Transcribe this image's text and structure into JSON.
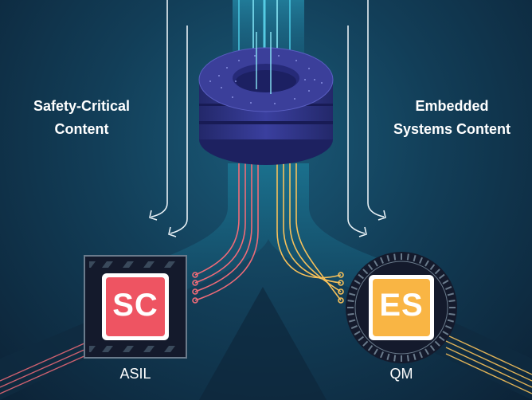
{
  "left_panel": {
    "label_line1": "Safety-Critical",
    "label_line2": "Content"
  },
  "right_panel": {
    "label_line1": "Embedded",
    "label_line2": "Systems Content"
  },
  "left_badge": {
    "text": "SC",
    "tag": "ASIL",
    "color": "#ee5462"
  },
  "right_badge": {
    "text": "ES",
    "tag": "QM",
    "color": "#f9b544"
  },
  "colors": {
    "trace_red": "#f06b78",
    "trace_yellow": "#f7c15a",
    "hub_top": "#3b3f9a",
    "hub_side": "#2a2d74"
  }
}
